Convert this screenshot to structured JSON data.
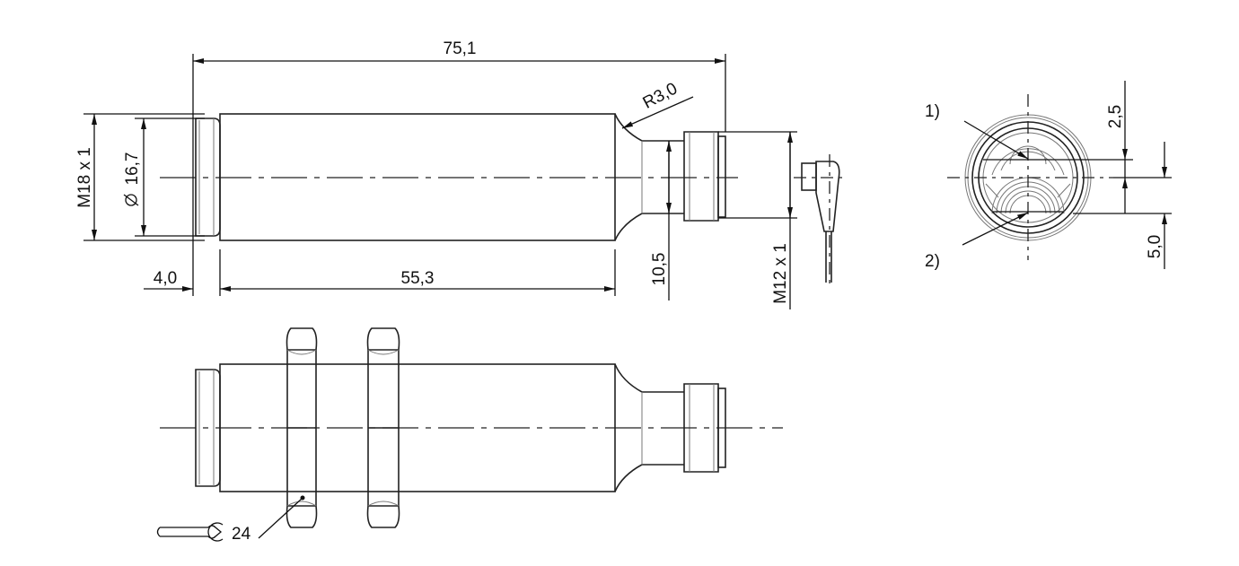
{
  "dimensions": {
    "overall_length": "75,1",
    "radius": "R3,0",
    "thread_main": "M18 x 1",
    "diameter": "16,7",
    "front_offset": "4,0",
    "body_length": "55,3",
    "neck_diameter": "10,5",
    "thread_connector": "M12 x 1",
    "led_offset_1": "2,5",
    "led_offset_2": "5,0",
    "wrench_size": "24"
  },
  "callouts": {
    "item_1": "1)",
    "item_2": "2)"
  },
  "colors": {
    "line": "#222222",
    "background": "#ffffff"
  }
}
